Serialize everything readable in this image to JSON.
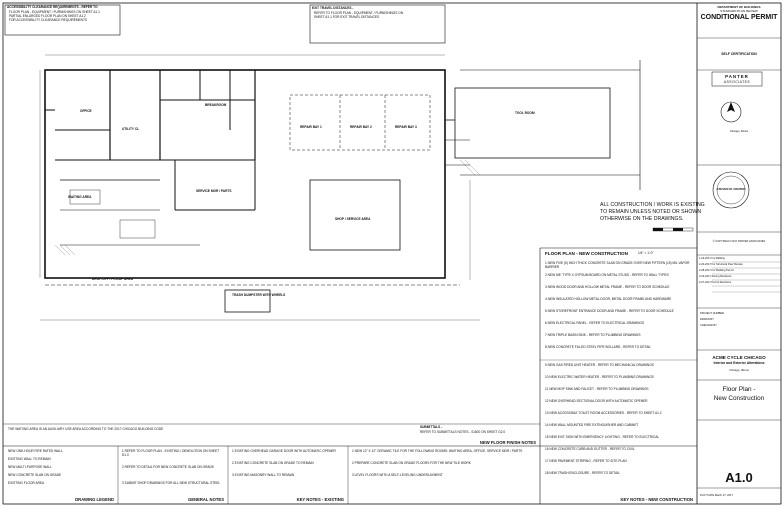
{
  "notes": {
    "accessibility": {
      "title": "ACCESSIBILITY CLEARANCE REQUIREMENTS - REFER TO",
      "lines": [
        "FLOOR PLAN - EQUIPMENT / FURNISHINGS ON SHEET A1.1",
        "PARTIAL ENLARGED FLOOR PLAN ON SHEET A1.2",
        "FOR ACCESSIBILITY CLEARANCE REQUIREMENTS"
      ]
    },
    "exit_travel": {
      "title": "EXIT TRAVEL DISTANCES -",
      "lines": [
        "REFER TO FLOOR PLAN - EQUIPMENT / FURNISHINGS ON",
        "SHEET A1.1 FOR EXIT TRAVEL DISTANCES"
      ]
    },
    "parking": "THE WAITING AREA IS AN AUXILIARY USE AREA ACCORDING TO THE 2017 CHICAGO BUILDING CODE",
    "submittals": {
      "title": "SUBMITTALS -",
      "text": "REFER TO SUBMITTALS NOTES - 01600 ON SHEET G2.0"
    }
  },
  "rooms": [
    "OFFICE",
    "UTILITY CL",
    "BREAKROOM",
    "SERVICE MGR / PARTS",
    "WAITING AREA",
    "SHOP / SERVICE AREA",
    "TOOL ROOM",
    "DROP-OFF / PICKUP AREA",
    "TRASH DUMPSTER WITH WHEELS",
    "REPAIR BAY 1",
    "REPAIR BAY 2",
    "REPAIR BAY 3"
  ],
  "callouts": {
    "existing": [
      "ALL CONSTRUCTION / WORK IS EXISTING",
      "TO REMAIN UNLESS NOTED OR SHOWN",
      "OTHERWISE ON THE DRAWINGS."
    ]
  },
  "plan": {
    "title": "FLOOR PLAN - NEW CONSTRUCTION",
    "scale": "1/4\" = 1'-0\""
  },
  "keynotes_right": [
    "1  NEW FIVE (5) INCH THICK CONCRETE SLAB ON GRADE OVER NEW FIFTEEN (15) MIL VAPOR BARRIER",
    "2  NEW 5/8\" TYPE X GYPSUM BOARD ON METAL STUDS - REFER TO WALL TYPES",
    "3  NEW WOOD DOOR AND HOLLOW METAL FRAME - REFER TO DOOR SCHEDULE",
    "4  NEW INSULATED HOLLOW METAL DOOR, METAL DOOR FRAME AND HARDWARE",
    "5  NEW STOREFRONT ENTRANCE DOOR AND FRAME - REFER TO DOOR SCHEDULE",
    "6  NEW ELECTRICAL PANEL - REFER TO ELECTRICAL DRAWINGS",
    "7  NEW TRIPLE BASIN SINK - REFER TO PLUMBING DRAWINGS",
    "8  NEW CONCRETE FILLED STEEL PIPE BOLLARD - REFER TO DETAIL"
  ],
  "keynotes_new": [
    "9  NEW GAS FIRED UNIT HEATER - REFER TO MECHANICAL DRAWINGS",
    "10 NEW ELECTRIC WATER HEATER - REFER TO PLUMBING DRAWINGS",
    "11 NEW MOP SINK AND FAUCET - REFER TO PLUMBING DRAWINGS",
    "12 NEW OVERHEAD SECTIONAL DOOR WITH AUTOMATIC OPENER",
    "13 NEW ACCESSIBLE TOILET ROOM ACCESSORIES - REFER TO SHEET A1.2",
    "14 NEW WALL MOUNTED FIRE EXTINGUISHER AND CABINET",
    "15 NEW EXIT SIGN WITH EMERGENCY LIGHTING - REFER TO ELECTRICAL",
    "16 NEW CONCRETE CURB AND GUTTER - REFER TO CIVIL",
    "17 NEW PAVEMENT STRIPING - REFER TO SITE PLAN",
    "18 NEW TRASH ENCLOSURE - REFER TO DETAIL"
  ],
  "legend": [
    "NEW ONE-HOUR FIRE RATED WALL",
    "EXISTING WALL TO REMAIN",
    "NEW MULTI-PURPOSE WALL",
    "NEW CONCRETE SLAB ON GRADE",
    "EXISTING FLOOR AREA"
  ],
  "general_notes": [
    "1  REFER TO FLOOR PLAN - EXISTING / DEMOLITION ON SHEET D1.0",
    "2  REFER TO DETAIL FOR NEW CONCRETE SLAB ON GRADE",
    "3  SUBMIT SHOP DRAWINGS FOR ALL NEW STRUCTURAL STEEL"
  ],
  "keynotes_bottom": [
    "1  EXISTING OVERHEAD GARAGE DOOR WITH AUTOMATIC OPENER",
    "2  EXISTING CONCRETE SLAB ON GRADE TO REMAIN",
    "3  EXISTING MASONRY WALL TO REMAIN"
  ],
  "finish_notes": [
    "1  NEW 12\" X 12\" CERAMIC TILE FOR THE FOLLOWING ROOMS: WAITING AREA, OFFICE, SERVICE MGR / PARTS",
    "2  PREPARE CONCRETE SLAB ON GRADE FLOORS FOR THE NEW TILE WORK",
    "3  LEVEL FLOORS WITH A SELF-LEVELING UNDERLAYMENT"
  ],
  "headers": {
    "legend": "DRAWING LEGEND",
    "general": "GENERAL NOTES",
    "keynotes_existing": "KEY NOTES - EXISTING",
    "new_finish": "NEW FLOOR FINISH NOTES",
    "keynotes_new": "KEY NOTES - NEW CONSTRUCTION"
  },
  "titleblock": {
    "department": "DEPARTMENT OF BUILDINGS",
    "review": "STANDARD PLAN REVIEW",
    "permit": "CONDITIONAL PERMIT",
    "self_cert": "SELF CERTIFICATION",
    "firm": "PANTER",
    "firm_sub": "ASSOCIATES",
    "address": "Chicago, Illinois",
    "seal_name": "STEVEN M. PANTER",
    "copyright": "© COPYRIGHT 2017 PANTER ASSOCIATES",
    "revisions": [
      "1-23-2017   For Bidding",
      "2-20-2017   For Structural Peer Review",
      "2-28-2017   For Building Permit",
      "3-16-2017   Zoning Revisions",
      "3-27-2017   Permit Revisions"
    ],
    "project_number": "PROJECT NUMBER",
    "drawn_by": "DRAWN BY",
    "checked_by": "CHECKED BY",
    "client": "ACME CYCLE CHICAGO",
    "project_type": "Interior and Exterior Alterations",
    "project_address": "Chicago, Illinois",
    "sheet_title_1": "Floor Plan -",
    "sheet_title_2": "New Construction",
    "sheet_number": "A1.0",
    "plot_date": "PLOT DATE   March 27, 2017"
  }
}
